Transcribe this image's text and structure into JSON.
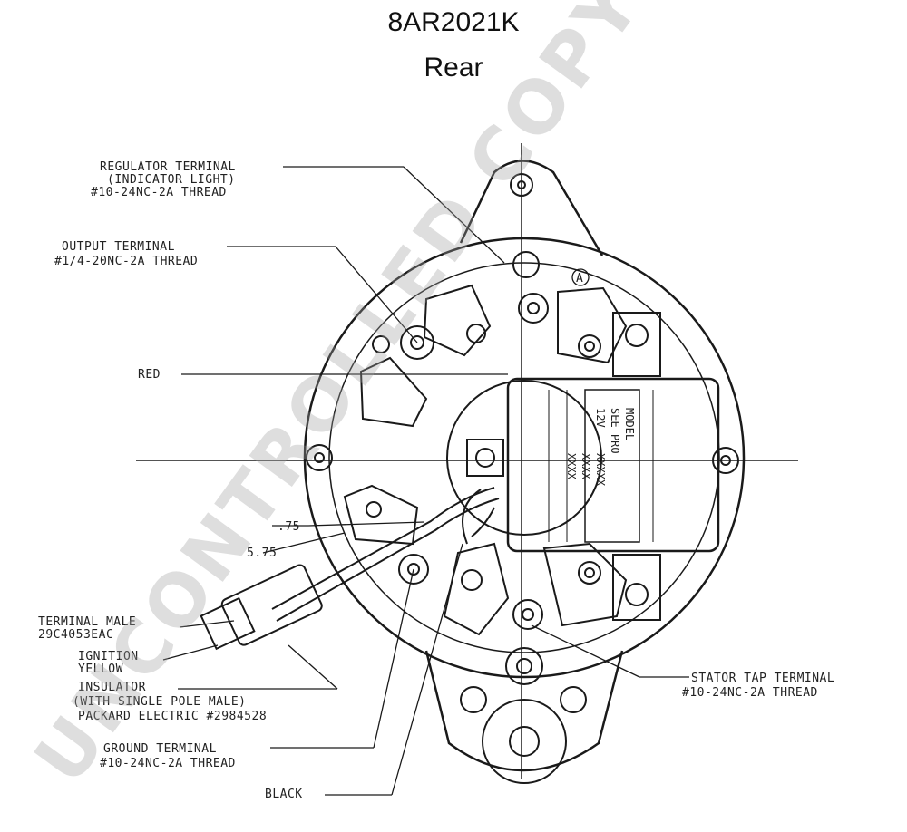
{
  "header": {
    "part_number": "8AR2021K",
    "view": "Rear"
  },
  "labels": {
    "regulator_terminal": [
      "REGULATOR TERMINAL",
      "(INDICATOR LIGHT)",
      "#10-24NC-2A THREAD"
    ],
    "output_terminal": [
      "OUTPUT TERMINAL",
      "#1/4-20NC-2A THREAD"
    ],
    "red": "RED",
    "dim_75": ".75",
    "dim_575": "5.75",
    "terminal_male": [
      "TERMINAL MALE",
      "29C4053EAC"
    ],
    "ignition_yellow": [
      "IGNITION",
      "YELLOW"
    ],
    "insulator": [
      "INSULATOR",
      "(WITH SINGLE POLE MALE)",
      "PACKARD ELECTRIC #2984528"
    ],
    "ground_terminal": [
      "GROUND TERMINAL",
      "#10-24NC-2A THREAD"
    ],
    "black": "BLACK",
    "stator_tap_terminal": [
      "STATOR TAP TERMINAL",
      "#10-24NC-2A THREAD"
    ],
    "regulator_box": [
      "MODEL",
      "SEE PRO",
      "12V",
      "XXXXX",
      "XXXX",
      "XXXX"
    ],
    "callout_a": "A"
  },
  "watermark": "UNCONTROLLED COPY"
}
